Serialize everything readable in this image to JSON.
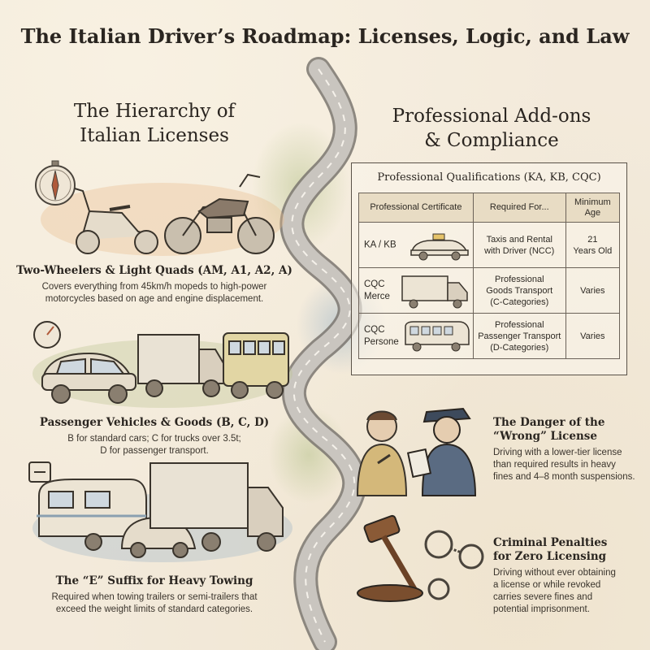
{
  "title": "The Italian Driver’s Roadmap: Licenses, Logic, and Law",
  "left_section": {
    "title_lines": [
      "The Hierarchy of",
      "Italian Licenses"
    ],
    "categories": [
      {
        "title": "Two-Wheelers & Light Quads (AM, A1, A2, A)",
        "desc_lines": [
          "Covers everything from 45km/h mopeds to high-power",
          "motorcycles based on age and engine displacement."
        ]
      },
      {
        "title": "Passenger Vehicles & Goods (B, C, D)",
        "desc_lines": [
          "B for standard cars; C for trucks over 3.5t;",
          "D for passenger transport."
        ]
      },
      {
        "title": "The “E” Suffix for Heavy Towing",
        "desc_lines": [
          "Required when towing trailers or semi-trailers that",
          "exceed the weight limits of standard categories."
        ]
      }
    ]
  },
  "right_section": {
    "title_lines": [
      "Professional Add-ons",
      "& Compliance"
    ],
    "table": {
      "title": "Professional Qualifications (KA, KB, CQC)",
      "headers": [
        "Professional Certificate",
        "Required For...",
        "Minimum Age"
      ],
      "rows": [
        {
          "cert_lines": [
            "KA / KB"
          ],
          "vehicle_icon": "taxi-icon",
          "required_lines": [
            "Taxis and Rental",
            "with Driver (NCC)"
          ],
          "age_lines": [
            "21",
            "Years Old"
          ]
        },
        {
          "cert_lines": [
            "CQC",
            "Merce"
          ],
          "vehicle_icon": "truck-icon",
          "required_lines": [
            "Professional",
            "Goods Transport",
            "(C-Categories)"
          ],
          "age_lines": [
            "Varies"
          ]
        },
        {
          "cert_lines": [
            "CQC",
            "Persone"
          ],
          "vehicle_icon": "bus-icon",
          "required_lines": [
            "Professional",
            "Passenger Transport",
            "(D-Categories)"
          ],
          "age_lines": [
            "Varies"
          ]
        }
      ]
    },
    "danger": {
      "title_lines": [
        "The Danger of the",
        "“Wrong” License"
      ],
      "desc_lines": [
        "Driving with a lower-tier license",
        "than required results in heavy",
        "fines and 4–8 month suspensions."
      ]
    },
    "criminal": {
      "title_lines": [
        "Criminal Penalties",
        "for Zero Licensing"
      ],
      "desc_lines": [
        "Driving without ever obtaining",
        "a license or while revoked",
        "carries severe fines and",
        "potential imprisonment."
      ]
    }
  },
  "colors": {
    "background": "#f3eadb",
    "ink": "#2a2520",
    "road": "#6d6a66",
    "table_header": "#e8dcc4",
    "wash_orange": "#e8b98a",
    "wash_green": "#b9c48f",
    "wash_blue": "#9db4c6"
  }
}
